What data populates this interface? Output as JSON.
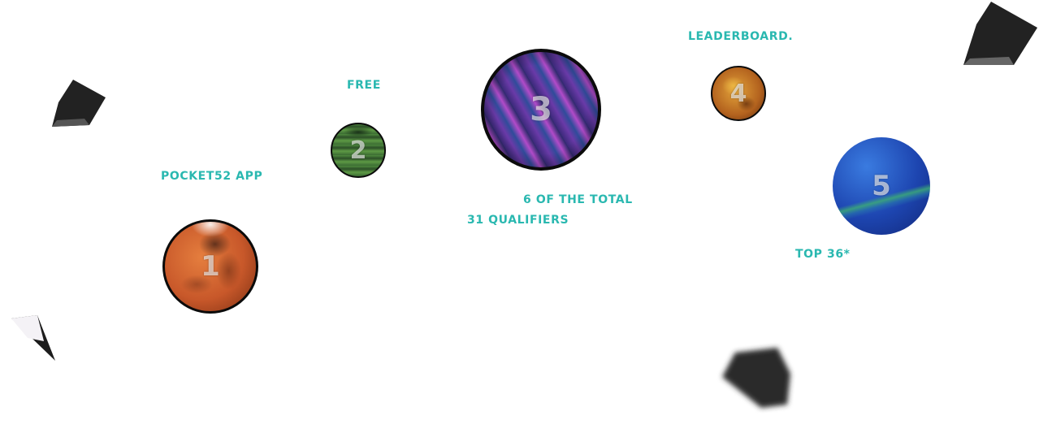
{
  "labels": {
    "pocket52_app": "POCKET52 APP",
    "free": "FREE",
    "six_of_total": "6 OF THE TOTAL",
    "qualifiers": "31 QUALIFIERS",
    "leaderboard": "LEADERBOARD.",
    "top36": "TOP 36*"
  },
  "planets": [
    {
      "number": "1",
      "icon": "mars-planet-icon"
    },
    {
      "number": "2",
      "icon": "green-planet-icon"
    },
    {
      "number": "3",
      "icon": "purple-planet-icon"
    },
    {
      "number": "4",
      "icon": "amber-planet-icon"
    },
    {
      "number": "5",
      "icon": "blue-planet-icon"
    }
  ],
  "colors": {
    "label_text": "#2ab8b0",
    "background": "#ffffff",
    "rock": "#1f1f1f"
  }
}
